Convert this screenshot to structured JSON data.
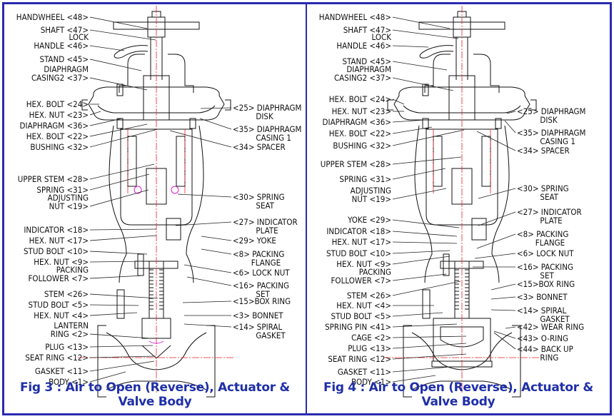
{
  "figures": [
    {
      "id": "fig3",
      "caption": "Fig 3 : Air to Open (Reverse), Actuator & Valve Body",
      "left_labels": [
        {
          "text": "HANDWHEEL <48>"
        },
        {
          "text": "SHAFT <47>"
        },
        {
          "text": "LOCK\nHANDLE <46>"
        },
        {
          "text": "STAND <45>"
        },
        {
          "text": "DIAPHRAGM\nCASING2 <37>"
        },
        {
          "text": "HEX. BOLT <24>"
        },
        {
          "text": "HEX. NUT <23>"
        },
        {
          "text": "DIAPHRAGM <36>"
        },
        {
          "text": "HEX. BOLT <22>"
        },
        {
          "text": "BUSHING <32>"
        },
        {
          "text": "UPPER STEM <28>"
        },
        {
          "text": "SPRING <31>"
        },
        {
          "text": "ADJUSTING\nNUT <19>"
        },
        {
          "text": "INDICATOR <18>"
        },
        {
          "text": "HEX. NUT <17>"
        },
        {
          "text": "STUD BOLT <10>"
        },
        {
          "text": "HEX. NUT <9>"
        },
        {
          "text": "PACKING\nFOLLOWER <7>"
        },
        {
          "text": "STEM <26>"
        },
        {
          "text": "STUD BOLT <5>"
        },
        {
          "text": "HEX. NUT <4>"
        },
        {
          "text": "LANTERN\nRING <2>"
        },
        {
          "text": "PLUG <13>"
        },
        {
          "text": "SEAT RING <12>"
        },
        {
          "text": "GASKET <11>"
        },
        {
          "text": "BODY <1>"
        }
      ],
      "right_labels": [
        {
          "text": "<25> DIAPHRAGM\nDISK"
        },
        {
          "text": "<35> DIAPHRAGM\nCASING 1"
        },
        {
          "text": "<34> SPACER"
        },
        {
          "text": "<30> SPRING\nSEAT"
        },
        {
          "text": "<27> INDICATOR\nPLATE"
        },
        {
          "text": "<29> YOKE"
        },
        {
          "text": "<8> PACKING\nFLANGE"
        },
        {
          "text": "<6> LOCK NUT"
        },
        {
          "text": "<16> PACKING\nSET"
        },
        {
          "text": "<15>BOX RING"
        },
        {
          "text": "<3> BONNET"
        },
        {
          "text": "<14> SPIRAL\nGASKET"
        }
      ]
    },
    {
      "id": "fig4",
      "caption": "Fig 4 : Air to Open (Reverse), Actuator & Valve Body",
      "left_labels": [
        {
          "text": "HANDWHEEL <48>"
        },
        {
          "text": "SHAFT <47>"
        },
        {
          "text": "LOCK\nHANDLE <46>"
        },
        {
          "text": "STAND <45>"
        },
        {
          "text": "DIAPHRAGM\nCASING2 <37>"
        },
        {
          "text": "HEX. BOLT <24>"
        },
        {
          "text": "HEX. NUT <23>"
        },
        {
          "text": "DIAPHRAGM <36>"
        },
        {
          "text": "HEX. BOLT <22>"
        },
        {
          "text": "BUSHING <32>"
        },
        {
          "text": "UPPER STEM <28>"
        },
        {
          "text": "SPRING <31>"
        },
        {
          "text": "ADJUSTING\nNUT <19>"
        },
        {
          "text": "YOKE <29>"
        },
        {
          "text": "INDICATOR <18>"
        },
        {
          "text": "HEX. NUT <17>"
        },
        {
          "text": "STUD BOLT <10>"
        },
        {
          "text": "HEX. NUT <9>"
        },
        {
          "text": "PACKING\nFOLLOWER <7>"
        },
        {
          "text": "STEM <26>"
        },
        {
          "text": "HEX. NUT <4>"
        },
        {
          "text": "STUD BOLT <5>"
        },
        {
          "text": "SPRING PIN <41>"
        },
        {
          "text": "CAGE <2>"
        },
        {
          "text": "PLUG <13>"
        },
        {
          "text": "SEAT RING <12>"
        },
        {
          "text": "GASKET <11>"
        },
        {
          "text": "BODY <1>"
        }
      ],
      "right_labels": [
        {
          "text": "<25> DIAPHRAGM\nDISK"
        },
        {
          "text": "<35> DIAPHRAGM\nCASING 1"
        },
        {
          "text": "<34> SPACER"
        },
        {
          "text": "<30> SPRING\nSEAT"
        },
        {
          "text": "<27> INDICATOR\nPLATE"
        },
        {
          "text": "<8> PACKING\nFLANGE"
        },
        {
          "text": "<6> LOCK NUT"
        },
        {
          "text": "<16> PACKING\nSET"
        },
        {
          "text": "<15>BOX RING"
        },
        {
          "text": "<3> BONNET"
        },
        {
          "text": "<14> SPIRAL\nGASKET"
        },
        {
          "text": "<42> WEAR RING"
        },
        {
          "text": "<43> O-RING"
        },
        {
          "text": "<44> BACK UP\nRING"
        }
      ]
    }
  ],
  "colors": {
    "frame": "#2a2ab0",
    "caption": "#1f2fa8",
    "centerline": "#e8202a",
    "highlight": "#e020d0",
    "linework": "#111111"
  }
}
